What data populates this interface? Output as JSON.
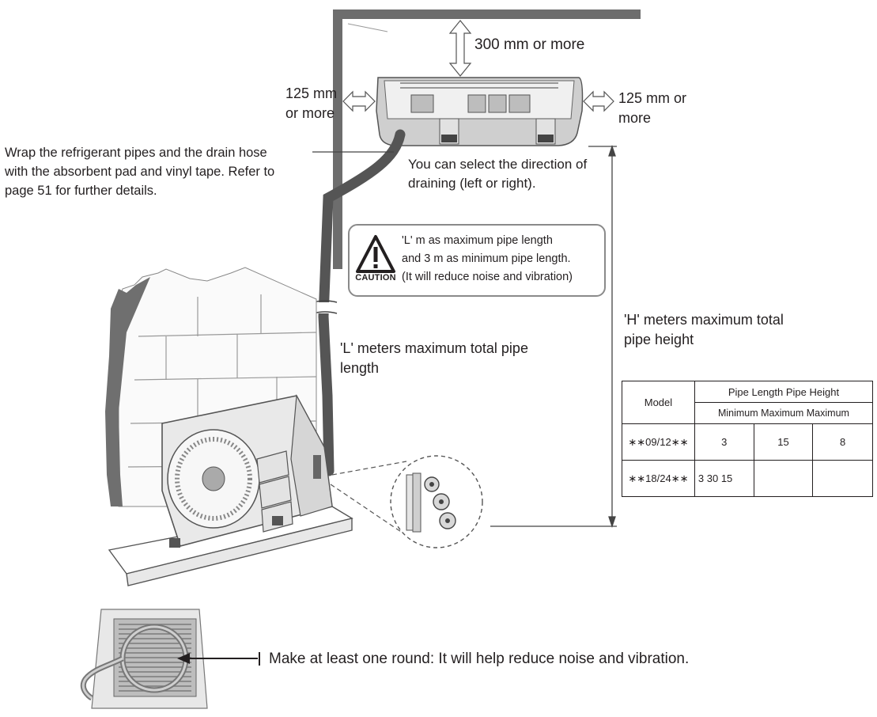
{
  "labels": {
    "top_clearance": "300 mm or more",
    "left_clearance": [
      "125 mm",
      "or more"
    ],
    "right_clearance": [
      "125 mm or",
      "more"
    ],
    "wrap_pipes": [
      "Wrap the refrigerant pipes and the drain hose",
      "with the absorbent pad and vinyl tape. Refer to",
      "page 51 for further details."
    ],
    "drain_direction": [
      "You can select the direction of",
      "draining (left or right)."
    ],
    "pipe_length": [
      "'L' meters maximum total pipe",
      "length"
    ],
    "pipe_height": [
      "'H' meters maximum total",
      "pipe height"
    ],
    "make_round": "Make at least one round: It will help reduce noise and vibration."
  },
  "caution": {
    "word": "CAUTION",
    "lines": [
      "'L' m as maximum pipe length",
      "and 3 m as minimum pipe length.",
      "(It will reduce noise and vibration)"
    ]
  },
  "table": {
    "model_header": "Model",
    "group_header": "Pipe Length Pipe Height",
    "sub_header": "Minimum Maximum Maximum",
    "rows": [
      {
        "model": "∗∗09/12∗∗",
        "min": "3",
        "max": "15",
        "height": "8"
      },
      {
        "model": "∗∗18/24∗∗",
        "min": "3 30 15",
        "max": "",
        "height": ""
      }
    ]
  }
}
